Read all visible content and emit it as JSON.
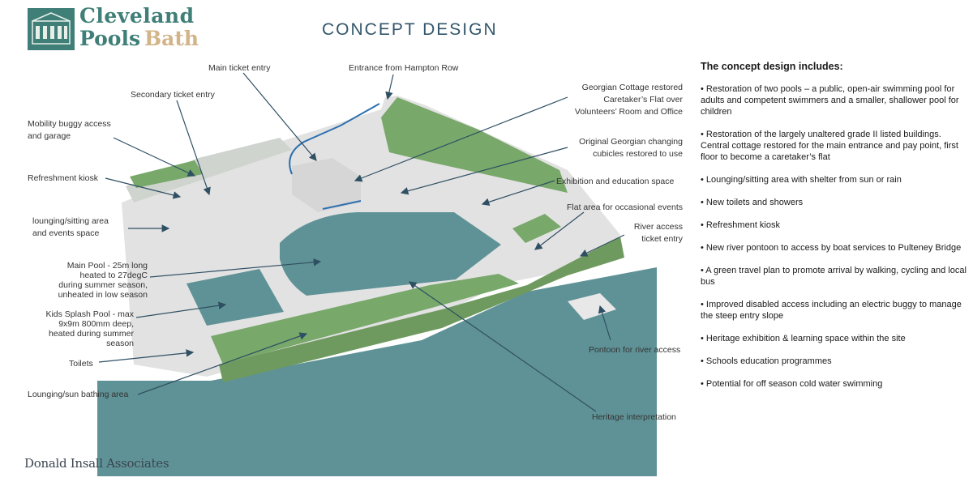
{
  "logo": {
    "line1": "Cleveland",
    "line2a": "Pools",
    "line2b": "Bath"
  },
  "heading": "CONCEPT DESIGN",
  "labels": {
    "main_ticket": "Main ticket entry",
    "hampton": "Entrance from Hampton Row",
    "secondary_ticket": "Secondary ticket entry",
    "cottage1": "Georgian Cottage restored",
    "cottage2": "Caretaker’s Flat over",
    "cottage3": "Volunteers’ Room and Office",
    "buggy1": "Mobility buggy access",
    "buggy2": "and garage",
    "cubicles1": "Original Georgian changing",
    "cubicles2": "cubicles restored to use",
    "kiosk": "Refreshment kiosk",
    "exhibition": "Exhibition and education space",
    "lounging1": "lounging/sitting area",
    "lounging2": "and events space",
    "flat_area": "Flat area for occasional events",
    "river1": "River access",
    "river2": "ticket entry",
    "main_pool1": "Main Pool - 25m long",
    "main_pool2": "heated to 27degC",
    "main_pool3": "during summer season,",
    "main_pool4": "unheated in low season",
    "kids1": "Kids Splash Pool - max",
    "kids2": "9x9m 800mm deep,",
    "kids3": "heated during summer",
    "kids4": "season",
    "toilets": "Toilets",
    "pontoon": "Pontoon for river access",
    "sunbathing": "Lounging/sun bathing area",
    "heritage": "Heritage interpretation"
  },
  "credit": "Donald Insall Associates",
  "panel": {
    "title": "The concept design includes:",
    "items": [
      "• Restoration of two pools – a public, open-air swimming pool for adults and competent swimmers and a smaller, shallower pool for children",
      "• Restoration of the largely unaltered grade II listed buildings. Central cottage restored for the main entrance and pay point, first floor to become a caretaker’s flat",
      "• Lounging/sitting area with shelter from sun or rain",
      "• New toilets and showers",
      "• Refreshment kiosk",
      "• New river pontoon to access by boat services to Pulteney Bridge",
      "• A green travel plan to promote arrival by walking, cycling and local bus",
      "• Improved disabled access including an electric buggy to manage the steep entry slope",
      "• Heritage exhibition & learning space within the site",
      "• Schools education programmes",
      "• Potential for off season cold water swimming"
    ]
  },
  "colors": {
    "water": "#5f9296",
    "grass": "#78a86a",
    "stone": "#e2e2e2",
    "teal_brand": "#3f7f78",
    "gold_brand": "#d3b488",
    "heading": "#32566a",
    "arrow": "#2d6fb0"
  }
}
